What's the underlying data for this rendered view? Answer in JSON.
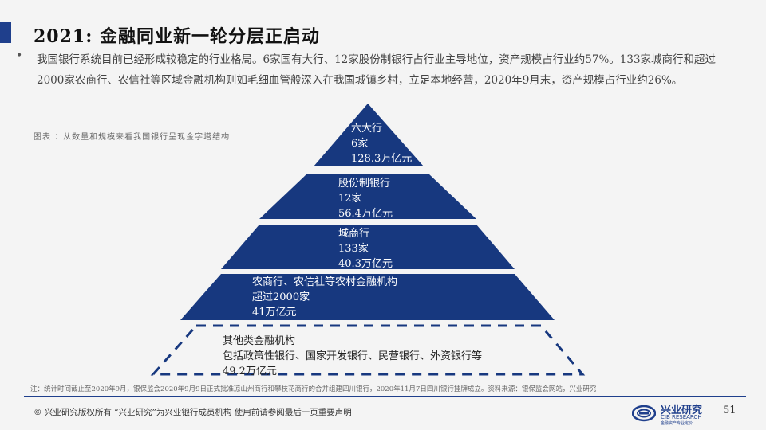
{
  "title": "2021: 金融同业新一轮分层正启动",
  "bullet": {
    "symbol": "•",
    "text": "我国银行系统目前已经形成较稳定的行业格局。6家国有大行、12家股份制银行占行业主导地位，资产规模占行业约57%。133家城商行和超过2000家农商行、农信社等区域金融机构则如毛细血管般深入在我国城镇乡村，立足本地经营，2020年9月末，资产规模占行业约26%。"
  },
  "caption": "图表 ：从数量和规模来看我国银行呈现金字塔结构",
  "pyramid": {
    "tiers": [
      {
        "name": "六大行",
        "count": "6家",
        "assets": "128.3万亿元"
      },
      {
        "name": "股份制银行",
        "count": "12家",
        "assets": "56.4万亿元"
      },
      {
        "name": "城商行",
        "count": "133家",
        "assets": "40.3万亿元"
      },
      {
        "name": "农商行、农信社等农村金融机构",
        "count": "超过2000家",
        "assets": "41万亿元"
      },
      {
        "name": "其他类金融机构",
        "count": "包括政策性银行、国家开发银行、民营银行、外资银行等",
        "assets": "49.2万亿元"
      }
    ],
    "fill_color": "#17387f",
    "dashed_color": "#17387f"
  },
  "note": "注：统计时间截止至2020年9月，银保监会2020年9月9日正式批准凉山州商行和攀枝花商行的合并组建四川银行，2020年11月7日四川银行挂牌成立。资料来源：银保监会网站，兴业研究",
  "footer": {
    "text": "©  兴业研究版权所有   “兴业研究”为兴业银行成员机构   使用前请参阅最后一页重要声明",
    "logo_cn": "兴业研究",
    "logo_en": "CIB RESEARCH",
    "logo_sub": "金融资产专业定价",
    "page_number": "51"
  },
  "colors": {
    "accent": "#1f3f8c",
    "tier_fill": "#17387f"
  }
}
